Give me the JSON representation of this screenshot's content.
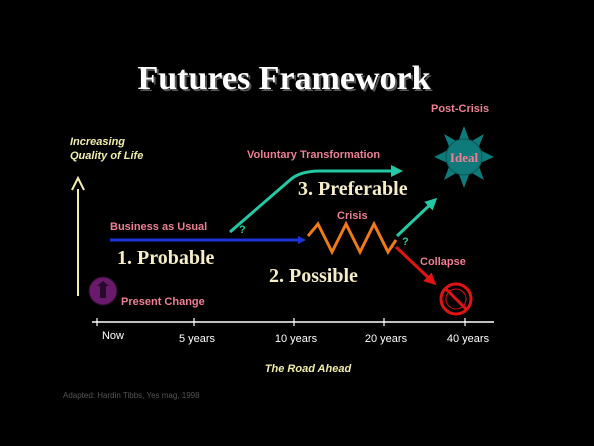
{
  "title": "Futures Framework",
  "y_axis_label": [
    "Increasing",
    "Quality of Life"
  ],
  "x_axis": {
    "ticks": [
      "Now",
      "5 years",
      "10 years",
      "20 years",
      "40 years"
    ],
    "caption": "The Road Ahead"
  },
  "paths": {
    "business_as_usual": "Business as Usual",
    "voluntary_transformation": "Voluntary Transformation",
    "crisis": "Crisis",
    "collapse": "Collapse",
    "post_crisis": "Post-Crisis",
    "present_change": "Present Change",
    "question_mark": "?"
  },
  "futures": {
    "probable": "1. Probable",
    "possible": "2. Possible",
    "preferable": "3. Preferable"
  },
  "ideal_label": "Ideal",
  "credit": "Adapted: Hardin Tibbs, Yes mag, 1998",
  "colors": {
    "background": "#000000",
    "title": "#ffffff",
    "label_pink": "#ee7f94",
    "axis_label_yellow": "#f2eeaa",
    "probable_blue": "#1e32d8",
    "preferable_teal": "#22c9a4",
    "crisis_orange": "#f07a16",
    "collapse_red": "#e11414",
    "future_text": "#f6eec8",
    "ideal_sun": "#0f7a7a",
    "credit_gray": "#555555"
  },
  "icons": [
    "head-silhouette-icon",
    "sun-ideal-icon",
    "no-sign-icon"
  ]
}
